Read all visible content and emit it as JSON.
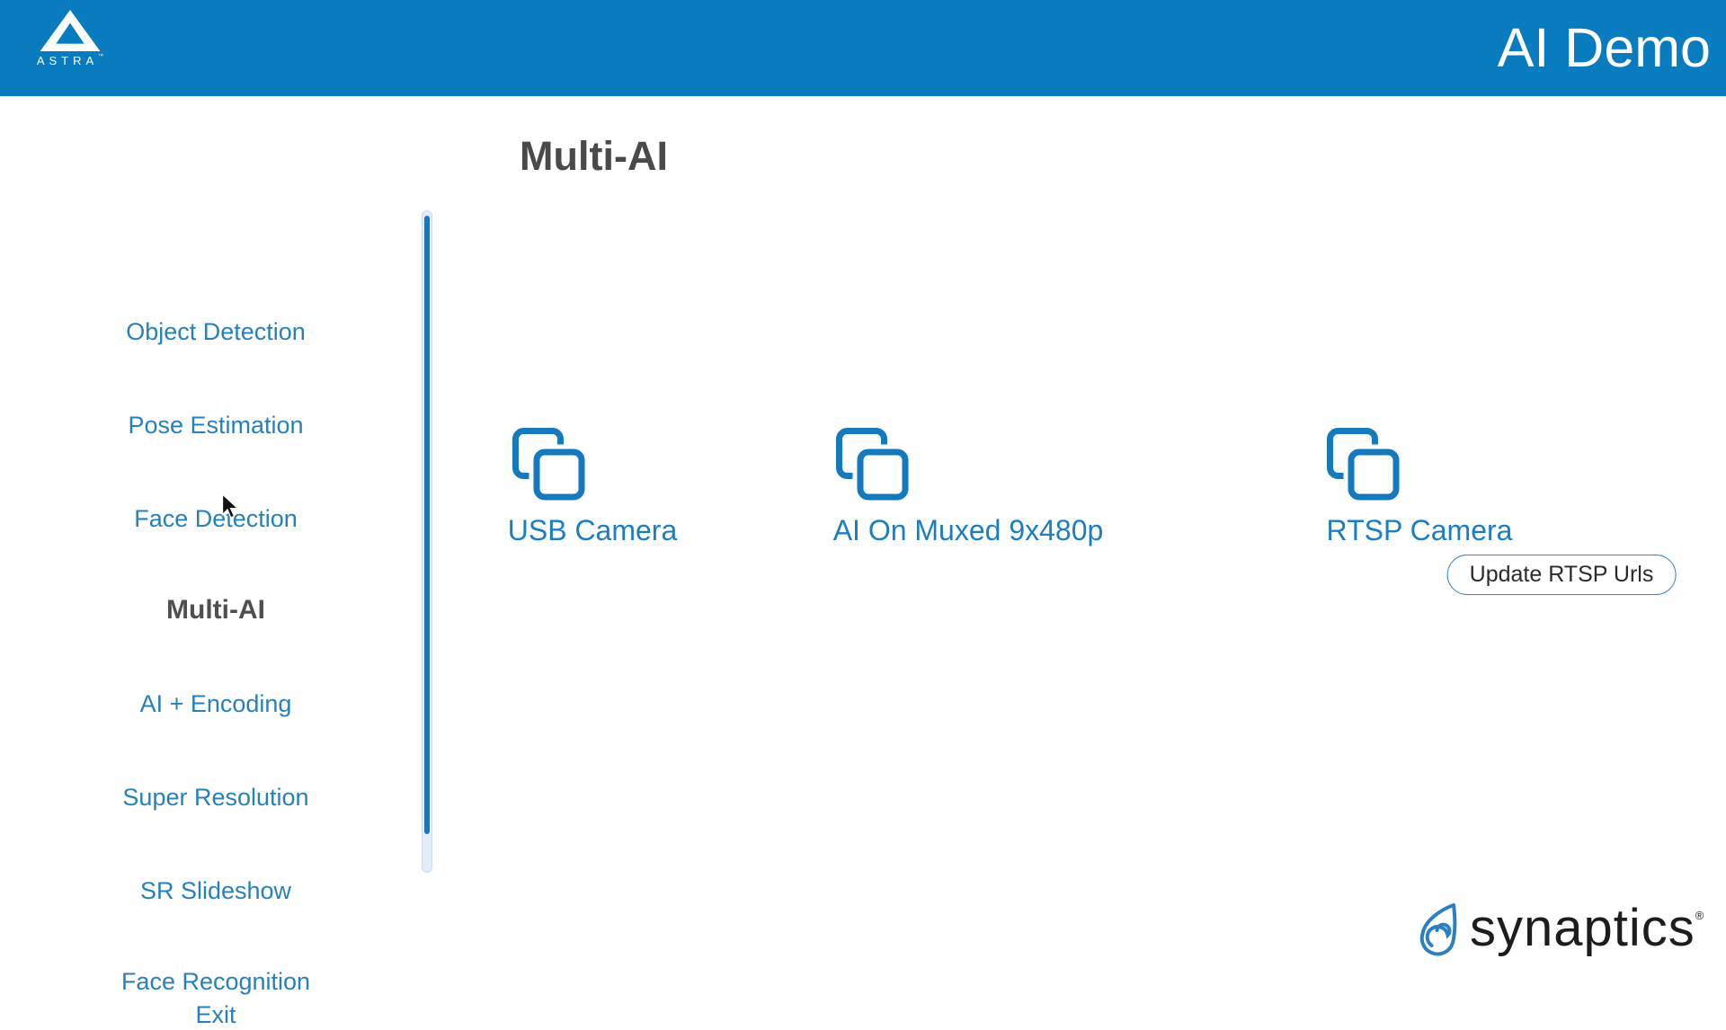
{
  "header": {
    "brand": "ASTRA",
    "brand_trademark": "™",
    "title": "AI Demo"
  },
  "page": {
    "title": "Multi-AI"
  },
  "sidebar": {
    "items": [
      {
        "label": "Object Detection",
        "active": false
      },
      {
        "label": "Pose Estimation",
        "active": false
      },
      {
        "label": "Face Detection",
        "active": false
      },
      {
        "label": "Multi-AI",
        "active": true
      },
      {
        "label": "AI + Encoding",
        "active": false
      },
      {
        "label": "Super Resolution",
        "active": false
      },
      {
        "label": "SR Slideshow",
        "active": false
      },
      {
        "label": "Face Recognition",
        "active": false
      },
      {
        "label": "Exit",
        "active": false
      }
    ]
  },
  "content": {
    "cameras": [
      {
        "label": "USB Camera"
      },
      {
        "label": "AI On Muxed 9x480p"
      },
      {
        "label": "RTSP Camera"
      }
    ],
    "rtsp_update_button": "Update RTSP Urls"
  },
  "footer": {
    "brand": "synaptics",
    "registered_mark": "®"
  },
  "colors": {
    "header_blue": "#087cbe",
    "link_blue": "#2681b9",
    "camera_label_blue": "#1b7ec3",
    "icon_blue": "#1479bd",
    "active_item_gray": "#4f4f4f",
    "title_gray": "#4a4a4a",
    "scrollbar_thumb": "#1878ba",
    "scrollbar_track": "#e3edf8",
    "button_border": "#2e86c4",
    "button_text": "#2b2b2b",
    "footer_text": "#1d1d1d"
  }
}
